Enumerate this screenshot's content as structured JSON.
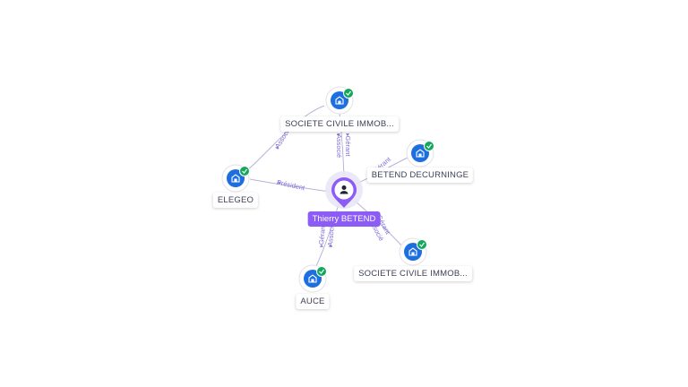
{
  "center": {
    "label": "Thierry BETEND",
    "icon": "person-icon"
  },
  "companies": [
    {
      "key": "sci-top",
      "label": "SOCIETE CIVILE IMMOB...",
      "icon": "building-icon",
      "status_icon": "check-icon"
    },
    {
      "key": "betend-decurninge",
      "label": "BETEND DECURNINGE",
      "icon": "building-icon",
      "status_icon": "check-icon"
    },
    {
      "key": "elegeo",
      "label": "ELEGEO",
      "icon": "building-icon",
      "status_icon": "check-icon"
    },
    {
      "key": "sci-bottom",
      "label": "SOCIETE CIVILE IMMOB...",
      "icon": "building-icon",
      "status_icon": "check-icon"
    },
    {
      "key": "auce",
      "label": "AUCE",
      "icon": "building-icon",
      "status_icon": "check-icon"
    }
  ],
  "edges": [
    {
      "from": "center",
      "to": "sci-top",
      "labels": [
        "Gérant",
        "Associé"
      ]
    },
    {
      "from": "center",
      "to": "elegeo",
      "labels": [
        "Président"
      ]
    },
    {
      "from": "elegeo",
      "to": "sci-top",
      "labels": [
        "Associé"
      ]
    },
    {
      "from": "center",
      "to": "betend-decurninge",
      "labels": [
        "Gérant"
      ]
    },
    {
      "from": "center",
      "to": "sci-bottom",
      "labels": [
        "Gérant",
        "Associé"
      ]
    },
    {
      "from": "center",
      "to": "auce",
      "labels": [
        "Gérant",
        "Associé"
      ]
    }
  ],
  "colors": {
    "accent": "#8b5cf6",
    "node_fill": "#1d6fe0",
    "check": "#13a85b",
    "edge": "#b8b4d8",
    "edge_label": "#7c6fd6"
  }
}
